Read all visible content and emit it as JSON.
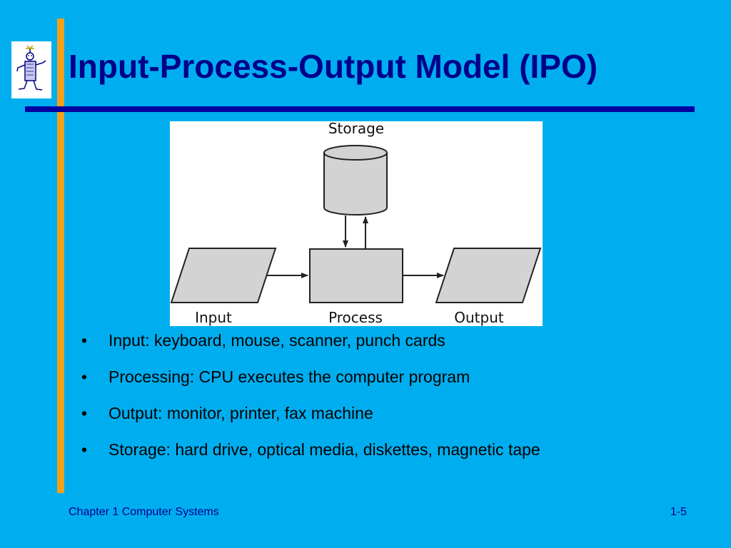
{
  "slide": {
    "title": "Input-Process-Output Model (IPO)",
    "logo": "robot-mascot-icon"
  },
  "diagram": {
    "storage_label": "Storage",
    "input_label": "Input",
    "process_label": "Process",
    "output_label": "Output"
  },
  "bullets": [
    "Input: keyboard, mouse, scanner, punch cards",
    "Processing: CPU executes the computer program",
    "Output: monitor, printer, fax machine",
    "Storage: hard drive, optical media, diskettes, magnetic tape"
  ],
  "bullet_symbol": "•",
  "footer": {
    "chapter": "Chapter 1 Computer Systems",
    "page": "1-5"
  },
  "colors": {
    "background": "#00aeef",
    "accent_bar": "#f5a11a",
    "title": "#00008b",
    "title_rule": "#0000a0",
    "shape_fill": "#d3d3d3"
  }
}
